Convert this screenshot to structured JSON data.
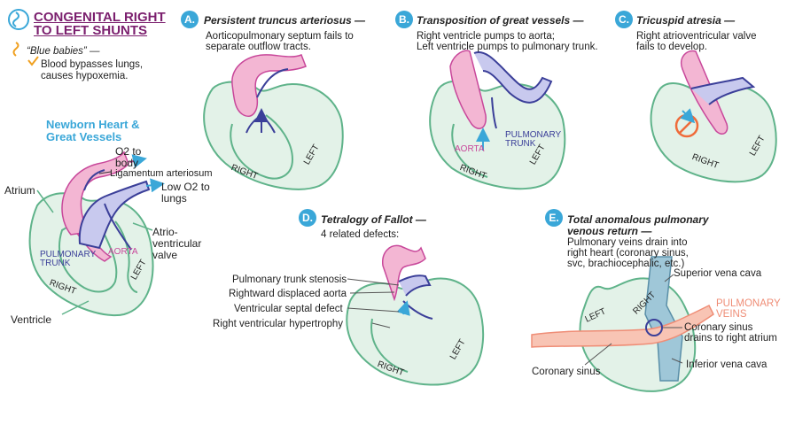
{
  "header": {
    "title_line1": "CONGENITAL RIGHT",
    "title_line2": "TO LEFT SHUNTS",
    "blue_babies": "“Blue babies” —",
    "bullet_line1": "Blood bypasses lungs,",
    "bullet_line2": "causes hypoxemia."
  },
  "newborn": {
    "heading_line1": "Newborn Heart &",
    "heading_line2": "Great Vessels",
    "labels": {
      "o2_body_1": "O2 to",
      "o2_body_2": "body",
      "ligamentum": "Ligamentum arteriosum",
      "low_o2_1": "Low O2 to",
      "low_o2_2": "lungs",
      "atrium": "Atrium",
      "atrioventricular_1": "Atrio-",
      "atrioventricular_2": "ventricular",
      "atrioventricular_3": "valve",
      "pulmonary_1": "PULMONARY",
      "pulmonary_2": "TRUNK",
      "aorta": "AORTA",
      "right": "RIGHT",
      "left": "LEFT",
      "ventricle": "Ventricle"
    }
  },
  "panels": {
    "a": {
      "badge": "A.",
      "title": "Persistent truncus arteriosus —",
      "desc_line1": "Aorticopulmonary septum fails to",
      "desc_line2": "separate outflow tracts.",
      "right": "RIGHT",
      "left": "LEFT"
    },
    "b": {
      "badge": "B.",
      "title": "Transposition of great vessels —",
      "desc_line1": "Right ventricle pumps to aorta;",
      "desc_line2": "Left ventricle pumps to pulmonary trunk.",
      "aorta": "AORTA",
      "pulmonary_1": "PULMONARY",
      "pulmonary_2": "TRUNK",
      "right": "RIGHT",
      "left": "LEFT"
    },
    "c": {
      "badge": "C.",
      "title": "Tricuspid atresia —",
      "desc_line1": "Right atrioventricular valve",
      "desc_line2": "fails to develop.",
      "right": "RIGHT",
      "left": "LEFT"
    },
    "d": {
      "badge": "D.",
      "title": "Tetralogy of Fallot —",
      "desc": "4 related defects:",
      "defects": [
        "Pulmonary trunk stenosis",
        "Rightward displaced aorta",
        "Ventricular septal defect",
        "Right ventricular hypertrophy"
      ],
      "right": "RIGHT",
      "left": "LEFT"
    },
    "e": {
      "badge": "E.",
      "title_line1": "Total anomalous pulmonary",
      "title_line2": "venous return —",
      "desc_line1": "Pulmonary veins drain into",
      "desc_line2": "right heart (coronary sinus,",
      "desc_line3": "svc, brachiocephalic, etc.)",
      "superior": "Superior vena cava",
      "pulmonary_veins_1": "PULMONARY",
      "pulmonary_veins_2": "VEINS",
      "coronary_drains_1": "Coronary sinus",
      "coronary_drains_2": "drains to right atrium",
      "coronary_sinus": "Coronary sinus",
      "inferior": "Inferior vena cava",
      "left": "LEFT",
      "right": "RIGHT"
    }
  },
  "colors": {
    "heart_fill": "#e3f2e8",
    "heart_stroke": "#5fb38a",
    "aorta_pink": "#f3b6d3",
    "aorta_stroke": "#c8479a",
    "pulm_blue": "#3b3f99",
    "pulm_fill": "#c8c9ee",
    "accent_blue": "#3aa7d8",
    "title_purple": "#7b1f6e",
    "coral": "#ef8d76",
    "vein_blue": "#9fc7d8"
  }
}
